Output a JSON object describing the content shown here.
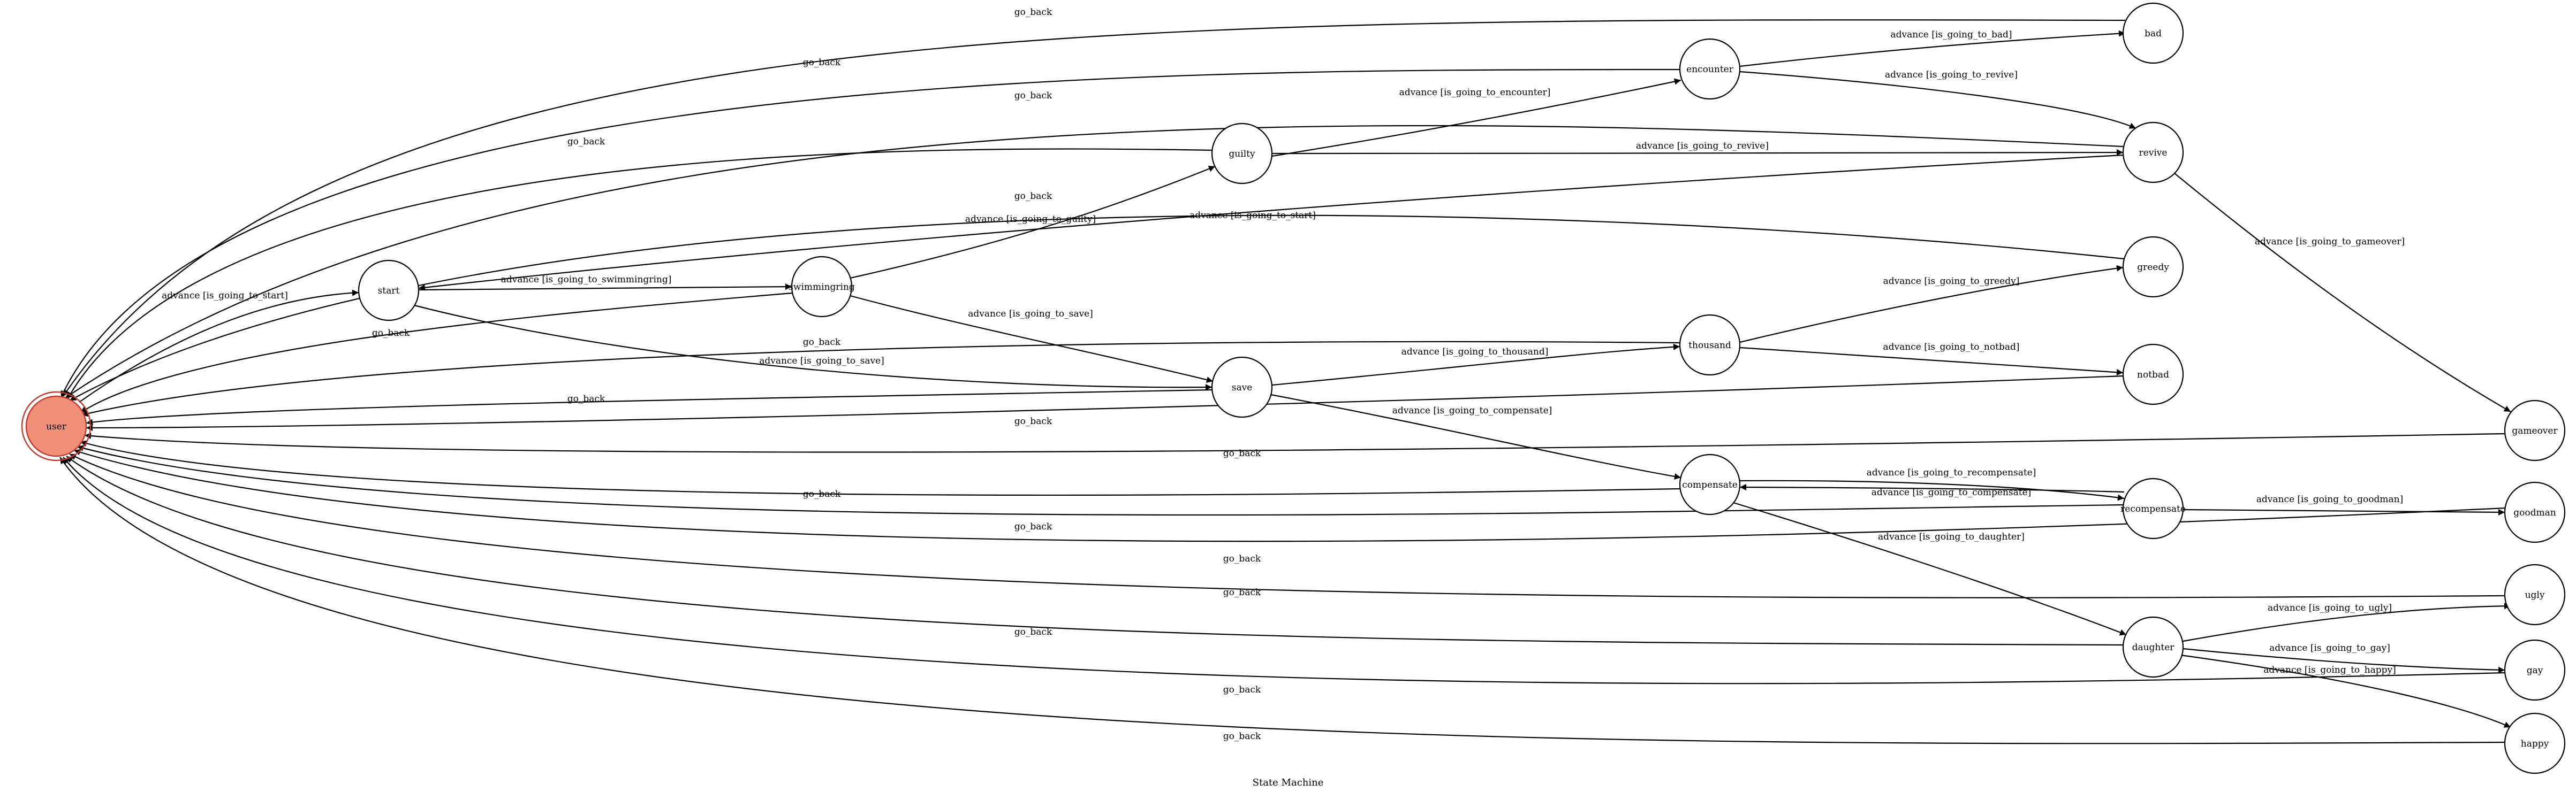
{
  "caption": "State Machine",
  "colors": {
    "initial_fill": "#f0907a",
    "initial_stroke": "#c0392b",
    "line": "#000000",
    "background": "#ffffff"
  },
  "nodes": [
    {
      "id": "user",
      "label": "user",
      "initial": true
    },
    {
      "id": "start",
      "label": "start"
    },
    {
      "id": "swimmingring",
      "label": "swimmingring"
    },
    {
      "id": "guilty",
      "label": "guilty"
    },
    {
      "id": "save",
      "label": "save"
    },
    {
      "id": "encounter",
      "label": "encounter"
    },
    {
      "id": "thousand",
      "label": "thousand"
    },
    {
      "id": "compensate",
      "label": "compensate"
    },
    {
      "id": "recompensate",
      "label": "recompensate"
    },
    {
      "id": "daughter",
      "label": "daughter"
    },
    {
      "id": "bad",
      "label": "bad"
    },
    {
      "id": "revive",
      "label": "revive"
    },
    {
      "id": "greedy",
      "label": "greedy"
    },
    {
      "id": "notbad",
      "label": "notbad"
    },
    {
      "id": "gameover",
      "label": "gameover"
    },
    {
      "id": "goodman",
      "label": "goodman"
    },
    {
      "id": "ugly",
      "label": "ugly"
    },
    {
      "id": "gay",
      "label": "gay"
    },
    {
      "id": "happy",
      "label": "happy"
    }
  ],
  "edges": [
    {
      "id": "bad-user",
      "from": "bad",
      "to": "user",
      "label": "go_back"
    },
    {
      "id": "encounter-user",
      "from": "encounter",
      "to": "user",
      "label": "go_back"
    },
    {
      "id": "revive-user",
      "from": "revive",
      "to": "user",
      "label": "go_back"
    },
    {
      "id": "guilty-user",
      "from": "guilty",
      "to": "user",
      "label": "go_back"
    },
    {
      "id": "greedy-user",
      "from": "greedy",
      "to": "user",
      "label": "go_back"
    },
    {
      "id": "swimmingring-user",
      "from": "swimmingring",
      "to": "user",
      "label": "go_back"
    },
    {
      "id": "thousand-user",
      "from": "thousand",
      "to": "user",
      "label": "go_back"
    },
    {
      "id": "save-user",
      "from": "save",
      "to": "user",
      "label": "go_back"
    },
    {
      "id": "notbad-user",
      "from": "notbad",
      "to": "user",
      "label": "go_back"
    },
    {
      "id": "gameover-user",
      "from": "gameover",
      "to": "user",
      "label": "go_back"
    },
    {
      "id": "compensate-user",
      "from": "compensate",
      "to": "user",
      "label": "go_back"
    },
    {
      "id": "recompensate-user",
      "from": "recompensate",
      "to": "user",
      "label": "go_back"
    },
    {
      "id": "goodman-user",
      "from": "goodman",
      "to": "user",
      "label": "go_back"
    },
    {
      "id": "ugly-user",
      "from": "ugly",
      "to": "user",
      "label": "go_back"
    },
    {
      "id": "daughter-user",
      "from": "daughter",
      "to": "user",
      "label": "go_back"
    },
    {
      "id": "gay-user",
      "from": "gay",
      "to": "user",
      "label": "go_back"
    },
    {
      "id": "happy-user",
      "from": "happy",
      "to": "user",
      "label": "go_back"
    },
    {
      "id": "user-start",
      "from": "user",
      "to": "start",
      "label": "advance [is_going_to_start]"
    },
    {
      "id": "start-swimmingring",
      "from": "start",
      "to": "swimmingring",
      "label": "advance [is_going_to_swimmingring]"
    },
    {
      "id": "start-save",
      "from": "start",
      "to": "save",
      "label": "advance [is_going_to_save]"
    },
    {
      "id": "swimmingring-guilty",
      "from": "swimmingring",
      "to": "guilty",
      "label": "advance [is_going_to_guilty]"
    },
    {
      "id": "swimmingring-save",
      "from": "swimmingring",
      "to": "save",
      "label": "advance [is_going_to_save]"
    },
    {
      "id": "guilty-encounter",
      "from": "guilty",
      "to": "encounter",
      "label": "advance [is_going_to_encounter]"
    },
    {
      "id": "guilty-revive",
      "from": "guilty",
      "to": "revive",
      "label": "advance [is_going_to_revive]"
    },
    {
      "id": "encounter-bad",
      "from": "encounter",
      "to": "bad",
      "label": "advance [is_going_to_bad]"
    },
    {
      "id": "encounter-revive",
      "from": "encounter",
      "to": "revive",
      "label": "advance [is_going_to_revive]"
    },
    {
      "id": "revive-start",
      "from": "revive",
      "to": "start",
      "label": "advance [is_going_to_start]"
    },
    {
      "id": "revive-gameover",
      "from": "revive",
      "to": "gameover",
      "label": "advance [is_going_to_gameover]"
    },
    {
      "id": "save-thousand",
      "from": "save",
      "to": "thousand",
      "label": "advance [is_going_to_thousand]"
    },
    {
      "id": "save-compensate",
      "from": "save",
      "to": "compensate",
      "label": "advance [is_going_to_compensate]"
    },
    {
      "id": "thousand-greedy",
      "from": "thousand",
      "to": "greedy",
      "label": "advance [is_going_to_greedy]"
    },
    {
      "id": "thousand-notbad",
      "from": "thousand",
      "to": "notbad",
      "label": "advance [is_going_to_notbad]"
    },
    {
      "id": "compensate-recompensate",
      "from": "compensate",
      "to": "recompensate",
      "label": "advance [is_going_to_recompensate]"
    },
    {
      "id": "recompensate-compensate",
      "from": "recompensate",
      "to": "compensate",
      "label": "advance [is_going_to_compensate]"
    },
    {
      "id": "compensate-daughter",
      "from": "compensate",
      "to": "daughter",
      "label": "advance [is_going_to_daughter]"
    },
    {
      "id": "recompensate-goodman",
      "from": "recompensate",
      "to": "goodman",
      "label": "advance [is_going_to_goodman]"
    },
    {
      "id": "daughter-ugly",
      "from": "daughter",
      "to": "ugly",
      "label": "advance [is_going_to_ugly]"
    },
    {
      "id": "daughter-gay",
      "from": "daughter",
      "to": "gay",
      "label": "advance [is_going_to_gay]"
    },
    {
      "id": "daughter-happy",
      "from": "daughter",
      "to": "happy",
      "label": "advance [is_going_to_happy]"
    }
  ]
}
